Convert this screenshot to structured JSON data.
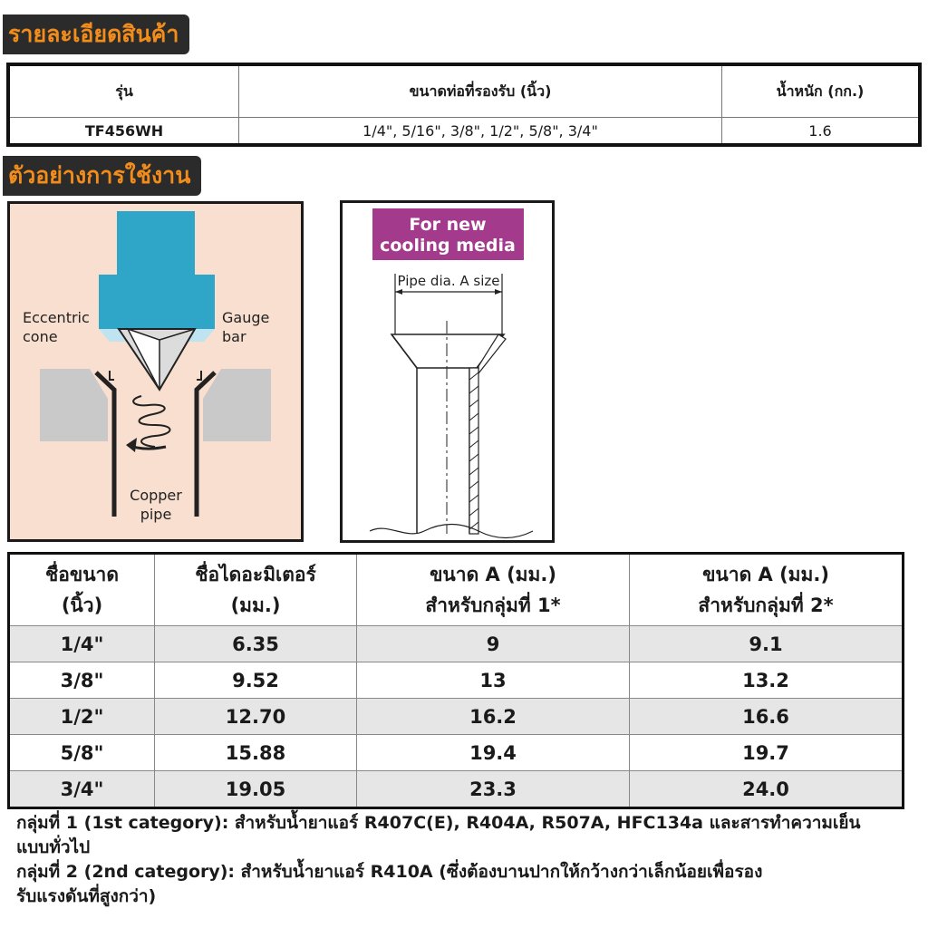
{
  "sections": {
    "details_title": "รายละเอียดสินค้า",
    "example_title": "ตัวอย่างการใช้งาน"
  },
  "spec_table": {
    "headers": [
      "รุ่น",
      "ขนาดท่อที่รองรับ (นิ้ว)",
      "น้ำหนัก (กก.)"
    ],
    "row": [
      "TF456WH",
      "1/4\", 5/16\", 3/8\", 1/2\", 5/8\", 3/4\"",
      "1.6"
    ]
  },
  "diagram_left": {
    "label_eccentric_1": "Eccentric",
    "label_eccentric_2": "cone",
    "label_gauge_1": "Gauge",
    "label_gauge_2": "bar",
    "label_copper_1": "Copper",
    "label_copper_2": "pipe"
  },
  "diagram_right": {
    "badge_line1": "For new",
    "badge_line2": "cooling media",
    "dimension_label": "Pipe dia. A size"
  },
  "size_table": {
    "headers": [
      [
        "ชื่อขนาด",
        "(นิ้ว)"
      ],
      [
        "ชื่อไดอะมิเตอร์",
        "(มม.)"
      ],
      [
        "ขนาด A (มม.)",
        "สำหรับกลุ่มที่ 1*"
      ],
      [
        "ขนาด A (มม.)",
        "สำหรับกลุ่มที่ 2*"
      ]
    ],
    "rows": [
      [
        "1/4\"",
        "6.35",
        "9",
        "9.1"
      ],
      [
        "3/8\"",
        "9.52",
        "13",
        "13.2"
      ],
      [
        "1/2\"",
        "12.70",
        "16.2",
        "16.6"
      ],
      [
        "5/8\"",
        "15.88",
        "19.4",
        "19.7"
      ],
      [
        "3/4\"",
        "19.05",
        "23.3",
        "24.0"
      ]
    ]
  },
  "notes": {
    "group1_line1": "กลุ่มที่ 1 (1st category): สำหรับน้ำยาแอร์ R407C(E), R404A, R507A, HFC134a และสารทำความเย็น",
    "group1_line2": "แบบทั่วไป",
    "group2_line1": "กลุ่มที่ 2 (2nd category): สำหรับน้ำยาแอร์ R410A (ซึ่งต้องบานปากให้กว้างกว่าเล็กน้อยเพื่อรอง",
    "group2_line2": "รับแรงดันที่สูงกว่า)"
  },
  "colors": {
    "accent": "#f28c1a",
    "title_bg": "#2b2b2b",
    "panel_bg": "#f9dfcf",
    "tool_blue": "#2fa6c8",
    "badge_bg": "#a33a8c"
  }
}
